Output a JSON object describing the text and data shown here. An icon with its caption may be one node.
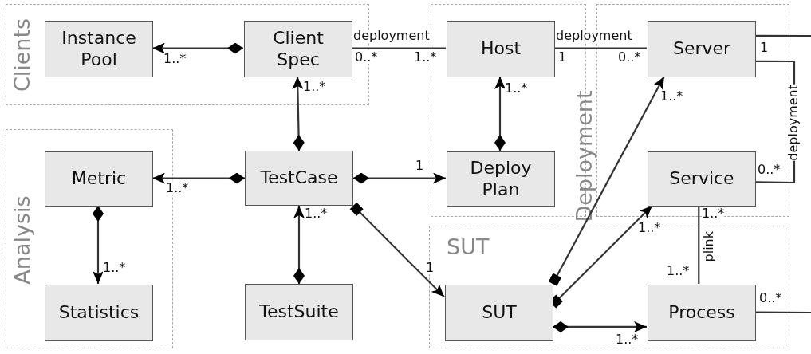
{
  "diagram": {
    "nodes": [
      {
        "text": [
          "Clients"
        ]
      },
      {
        "text": [
          "Instance Pool"
        ],
        "in": 0
      },
      {
        "text": [
          "Client Spec"
        ],
        "in": 0
      },
      {
        "text": [
          "Deployment"
        ]
      },
      {
        "text": [
          "Host"
        ],
        "in": 3
      },
      {
        "text": [
          "Deploy Plan"
        ],
        "in": 3
      },
      {
        "text": [],
        "shape": "box"
      },
      {
        "text": [
          "Server"
        ],
        "in": 6
      },
      {
        "text": [
          "Analysis"
        ]
      },
      {
        "text": [
          "Metric"
        ],
        "in": 8
      },
      {
        "text": [
          "TestCase"
        ]
      },
      {
        "text": [
          "Service"
        ],
        "in": 6
      },
      {
        "text": [
          "SUT"
        ]
      },
      {
        "text": [
          "SUT"
        ],
        "in": 12
      },
      {
        "text": [
          "Statistics"
        ],
        "in": 8
      },
      {
        "text": [
          "TestSuite"
        ]
      },
      {
        "text": [
          "Process"
        ],
        "in": 12
      }
    ],
    "edges": [
      {
        "from": 2,
        "to": 1,
        "arrow": "to",
        "label": "1..*"
      },
      {
        "from": 10,
        "to": 2,
        "arrow": "to",
        "label": "1..*"
      },
      {
        "from": 2,
        "to": 4,
        "arrow": "none",
        "label": "deployment"
      },
      {
        "from": 4,
        "to": 7,
        "arrow": "none",
        "label": "deployment"
      },
      {
        "from": 5,
        "to": 4,
        "arrow": "to",
        "label": "1..*"
      },
      {
        "from": 10,
        "to": 9,
        "arrow": "to",
        "label": "1..*"
      },
      {
        "from": 10,
        "to": 5,
        "arrow": "to",
        "label": "1"
      },
      {
        "from": 7,
        "to": 11,
        "arrow": "none",
        "label": "deployment"
      },
      {
        "from": 9,
        "to": 14,
        "arrow": "to",
        "label": "1..*"
      },
      {
        "from": 15,
        "to": 10,
        "arrow": "to",
        "label": "1..*"
      },
      {
        "from": 10,
        "to": 13,
        "arrow": "to",
        "label": "1"
      },
      {
        "from": 13,
        "to": 7,
        "arrow": "to",
        "label": "1..*"
      },
      {
        "from": 13,
        "to": 11,
        "arrow": "to",
        "label": "1..*"
      },
      {
        "from": 11,
        "to": 16,
        "arrow": "none",
        "label": "plink"
      },
      {
        "from": 13,
        "to": 16,
        "arrow": "to",
        "label": "1..*"
      },
      {
        "from": 7,
        "to": null,
        "arrow": "none"
      },
      {
        "from": 16,
        "to": null,
        "arrow": "none",
        "label": "0..*"
      }
    ],
    "labels": [
      "0..*",
      "1..*",
      "1",
      "0..*",
      "1",
      "0..*",
      "1..*",
      "1..*"
    ]
  }
}
